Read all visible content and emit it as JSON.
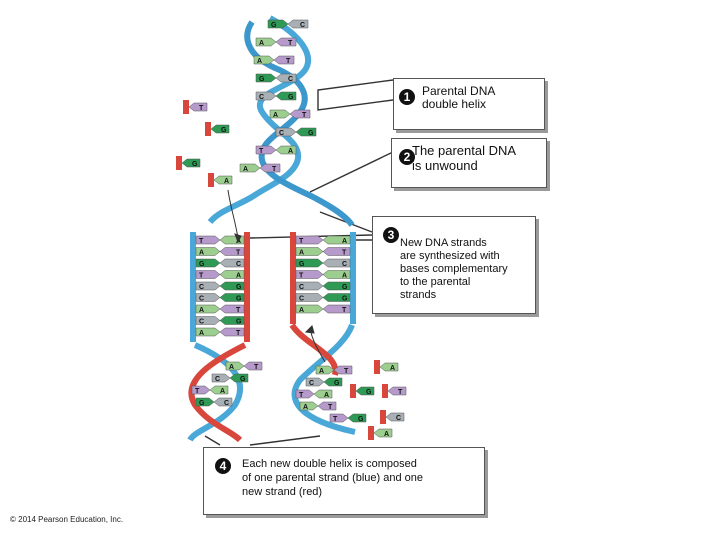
{
  "steps": [
    {
      "number": "1",
      "text": "Parental DNA\ndouble helix"
    },
    {
      "number": "2",
      "text": "The parental DNA\nis unwound"
    },
    {
      "number": "3",
      "text": "New DNA strands\nare synthesized with\nbases complementary\nto the parental\nstrands"
    },
    {
      "number": "4",
      "text": "Each new double helix is composed\nof one parental strand (blue) and one\nnew strand (red)"
    }
  ],
  "copyright": "© 2014 Pearson Education, Inc.",
  "bases": {
    "top_helix": [
      [
        "G",
        "C"
      ],
      [
        "A",
        "T"
      ],
      [
        "A",
        "T"
      ],
      [
        "G",
        "C"
      ],
      [
        "C",
        "G"
      ],
      [
        "A",
        "T"
      ],
      [
        "C",
        "G"
      ],
      [
        "T",
        "A"
      ],
      [
        "A",
        "T"
      ]
    ],
    "left_new_helix": [
      [
        "T",
        "A"
      ],
      [
        "A",
        "T"
      ],
      [
        "G",
        "C"
      ],
      [
        "T",
        "A"
      ],
      [
        "C",
        "G"
      ],
      [
        "C",
        "G"
      ],
      [
        "A",
        "T"
      ],
      [
        "C",
        "G"
      ],
      [
        "A",
        "T"
      ]
    ],
    "right_new_helix": [
      [
        "T",
        "A"
      ],
      [
        "A",
        "T"
      ],
      [
        "G",
        "C"
      ],
      [
        "T",
        "A"
      ],
      [
        "C",
        "G"
      ],
      [
        "C",
        "G"
      ],
      [
        "A",
        "T"
      ]
    ],
    "free_nucleotides": [
      "T",
      "G",
      "G",
      "A",
      "A",
      "T",
      "C",
      "G",
      "A"
    ],
    "bottom_left": [
      [
        "A",
        "T"
      ],
      [
        "C",
        "G"
      ],
      [
        "T",
        "A"
      ],
      [
        "G",
        "C"
      ]
    ],
    "bottom_right": [
      [
        "A",
        "T"
      ],
      [
        "C",
        "G"
      ],
      [
        "T",
        "A"
      ],
      [
        "A",
        "T"
      ],
      [
        "T",
        "G"
      ]
    ]
  },
  "colors": {
    "parental_strand": "#4aa8d8",
    "new_strand": "#d9463c",
    "base_A": "#9ccf8f",
    "base_T": "#b69acb",
    "base_G": "#2f9a55",
    "base_C": "#a8b0b6",
    "callout_border": "#555555"
  }
}
